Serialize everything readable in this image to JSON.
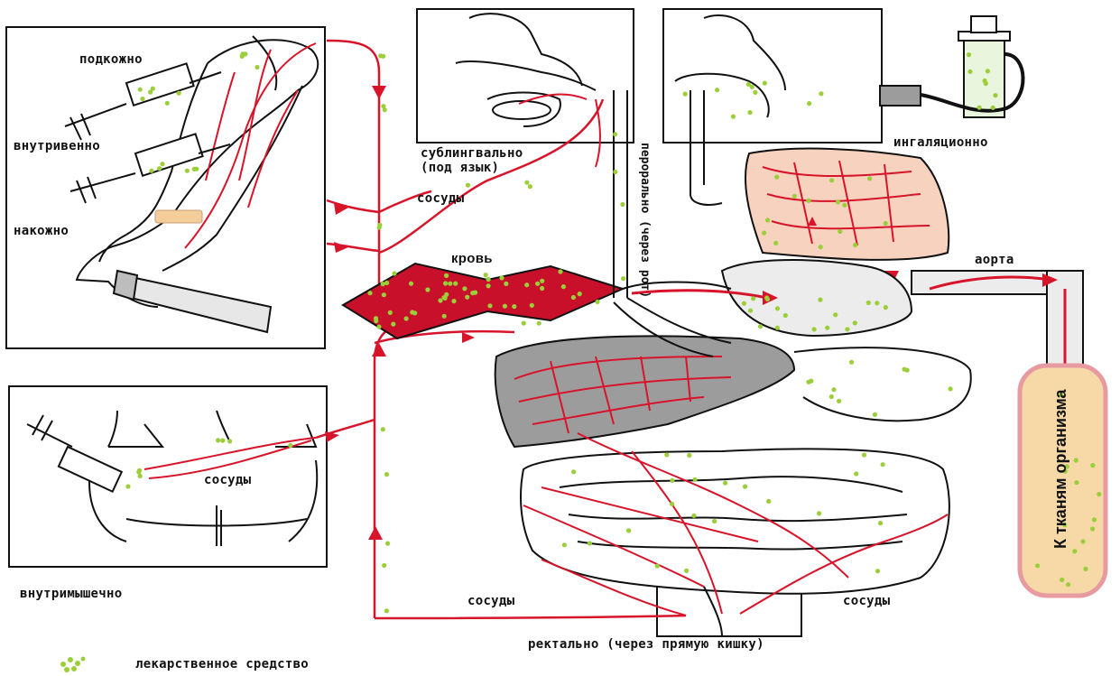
{
  "labels": {
    "subcutaneous": "подкожно",
    "intravenous": "внутривенно",
    "transdermal": "накожно",
    "intramuscular": "внутримышечно",
    "sublingual_1": "сублингвально",
    "sublingual_2": "(под язык)",
    "inhalation": "ингаляционно",
    "oral": "перорально (через рот)",
    "vessels_top": "сосуды",
    "vessels_muscle": "сосуды",
    "vessels_bottom_left": "сосуды",
    "vessels_bottom_right": "сосуды",
    "blood": "кровь",
    "aorta": "аорта",
    "tissues": "К тканям организма",
    "rectal": "ректально (через прямую кишку)"
  },
  "legend": {
    "text": "лекарственное средство"
  },
  "colors": {
    "vessel_red": "#d8142a",
    "drug_green": "#9bcf3a",
    "lung_pink": "#f6d2bf",
    "liver_gray": "#9c9c9c",
    "tissue_fill": "#f6d9a7",
    "tissue_border": "#e79aa0",
    "organ_fill": "#ececec",
    "outline": "#111111"
  },
  "icons": [
    "syringe-icon",
    "patch-icon",
    "inhaler-icon",
    "drug-dot-icon"
  ]
}
